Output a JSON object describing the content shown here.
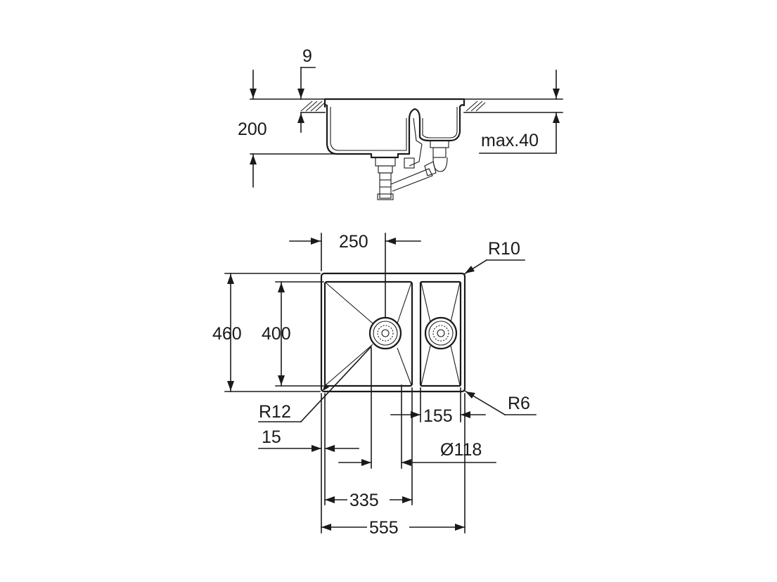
{
  "side_view": {
    "rim_thickness": "9",
    "depth": "200",
    "worktop_max": "max.40"
  },
  "top_view": {
    "large_bowl_width": "250",
    "corner_radius_top_right": "R10",
    "overall_depth": "460",
    "bowl_depth": "400",
    "corner_radius_bowl": "R12",
    "rim_offset": "15",
    "small_bowl_width": "155",
    "corner_radius_small": "R6",
    "waste_diameter": "Ø118",
    "large_bowl_outer": "335",
    "overall_width": "555"
  },
  "colors": {
    "line": "#1a1a1a",
    "background": "#ffffff"
  }
}
